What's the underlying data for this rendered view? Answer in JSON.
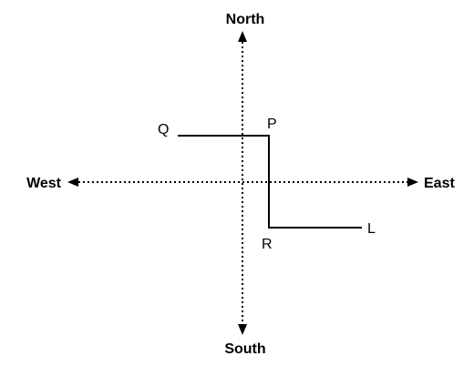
{
  "compass": {
    "north": "North",
    "south": "South",
    "east": "East",
    "west": "West"
  },
  "points": {
    "q": "Q",
    "p": "P",
    "r": "R",
    "l": "L"
  },
  "colors": {
    "ink": "#000000",
    "background": "#ffffff"
  }
}
